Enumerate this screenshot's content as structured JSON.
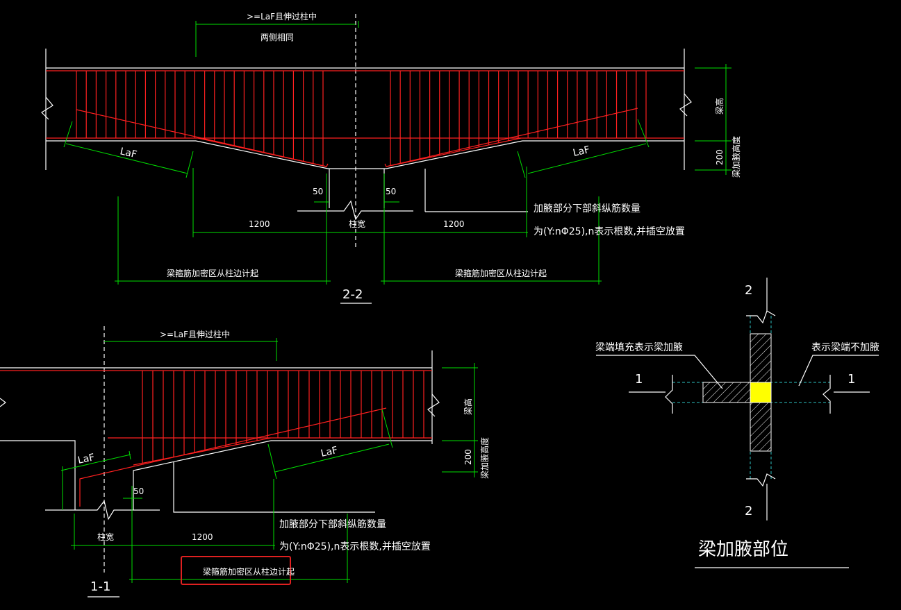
{
  "section_2_2": {
    "label": "2-2",
    "top_note_1": ">=LaF且伸过柱中",
    "top_note_2": "两侧相同",
    "laf_left": "LaF",
    "laf_right": "LaF",
    "dim_50_left": "50",
    "dim_50_right": "50",
    "dim_1200_left": "1200",
    "dim_1200_right": "1200",
    "column_width": "柱宽",
    "dense_zone_left": "梁箍筋加密区从柱边计起",
    "dense_zone_right": "梁箍筋加密区从柱边计起",
    "beam_height": "梁高",
    "haunch_height_value": "200",
    "haunch_height_label": "梁加腋高度",
    "note_line_1": "加腋部分下部斜纵筋数量",
    "note_line_2": "为(Y:nΦ25),n表示根数,并插空放置"
  },
  "section_1_1": {
    "label": "1-1",
    "top_note": ">=LaF且伸过柱中",
    "laf_left": "LaF",
    "laf_right": "LaF",
    "dim_50": "50",
    "dim_1200": "1200",
    "column_width": "柱宽",
    "dense_zone": "梁箍筋加密区从柱边计起",
    "beam_height": "梁高",
    "haunch_height_value": "200",
    "haunch_height_label": "梁加腋高度",
    "note_line_1": "加腋部分下部斜纵筋数量",
    "note_line_2": "为(Y:nΦ25),n表示根数,并插空放置"
  },
  "plan": {
    "title": "梁加腋部位",
    "label_filled": "梁端填充表示梁加腋",
    "label_unfilled": "表示梁端不加腋",
    "mark_top": "2",
    "mark_bottom": "2",
    "mark_left": "1",
    "mark_right": "1"
  },
  "colors": {
    "background": "#000000",
    "outline": "#ffffff",
    "dimension": "#00e000",
    "rebar": "#ff2020",
    "highlight_box": "#e02020",
    "column_fill": "#ffff00",
    "centerline": "#2ec4c4"
  }
}
